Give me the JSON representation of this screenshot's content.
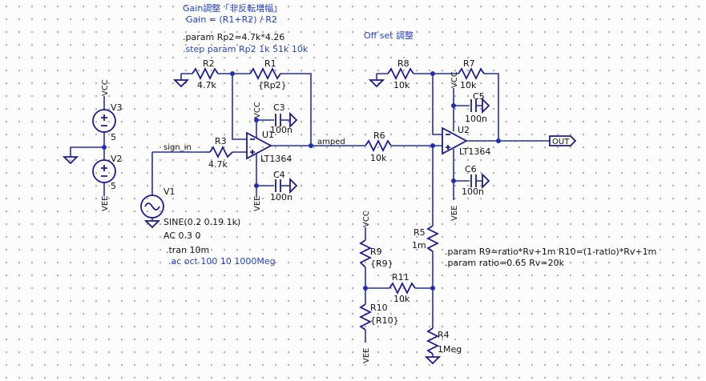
{
  "notes": {
    "gain_title": "Gain調整「非反転増幅」",
    "gain_formula": "Gain = (R1+R2) / R2",
    "param_rp2": ".param Rp2=4.7k*4.26",
    "step_param": ".step param Rp2 1k 51k 10k",
    "offset_title": "Off set 調整",
    "param_r9_r10": ".param R9=ratio*Rv+1m R10=(1-ratio)*Rv+1m",
    "param_ratio": ".param ratio=0.65 Rv=20k",
    "source_sine": "SINE(0.2 0.19 1k)",
    "source_ac": "AC 0.3 0",
    "tran": ".tran 10m",
    "ac_analysis": ".ac oct 100 10 1000Meg"
  },
  "parts": {
    "R1": {
      "name": "R1",
      "value": "{Rp2}"
    },
    "R2": {
      "name": "R2",
      "value": "4.7k"
    },
    "R3": {
      "name": "R3",
      "value": "4.7k"
    },
    "R4": {
      "name": "R4",
      "value": "1Meg"
    },
    "R5": {
      "name": "R5",
      "value": "1m"
    },
    "R6": {
      "name": "R6",
      "value": "10k"
    },
    "R7": {
      "name": "R7",
      "value": "10k"
    },
    "R8": {
      "name": "R8",
      "value": "10k"
    },
    "R9": {
      "name": "R9",
      "value": "{R9}"
    },
    "R10": {
      "name": "R10",
      "value": "{R10}"
    },
    "R11": {
      "name": "R11",
      "value": "10k"
    },
    "C3": {
      "name": "C3",
      "value": "100n"
    },
    "C4": {
      "name": "C4",
      "value": "100n"
    },
    "C5": {
      "name": "C5",
      "value": "100n"
    },
    "C6": {
      "name": "C6",
      "value": "100n"
    },
    "V1": {
      "name": "V1"
    },
    "V2": {
      "name": "V2",
      "value": "5"
    },
    "V3": {
      "name": "V3",
      "value": "5"
    },
    "U1": {
      "name": "U1",
      "model": "LT1364"
    },
    "U2": {
      "name": "U2",
      "model": "LT1364"
    }
  },
  "nets": {
    "vcc": "VCC",
    "vee": "VEE",
    "sign_in": "sign_in",
    "amped": "amped",
    "out": "OUT"
  }
}
